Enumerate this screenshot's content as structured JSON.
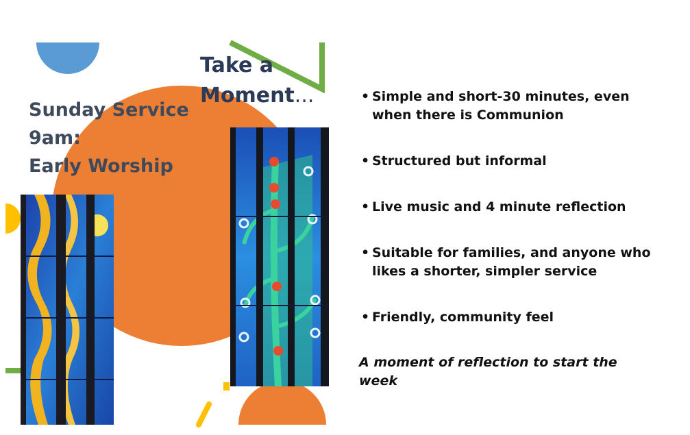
{
  "slide": {
    "left_title_lines": [
      "Sunday Service",
      "9am:",
      "Early Worship"
    ],
    "right_title_line1": "Take a",
    "right_title_line2": "Moment",
    "right_title_ellipsis": "...",
    "bullets": [
      [
        "Simple and short-30 minutes, even",
        "when there is Communion"
      ],
      [
        "Structured but informal"
      ],
      [
        "Live music and  4 minute reflection"
      ],
      [
        "Suitable for families, and anyone who",
        "likes a shorter, simpler service"
      ],
      [
        "Friendly, community feel"
      ]
    ],
    "tagline_lines": [
      "A moment of reflection  to start the",
      "week"
    ]
  },
  "colors": {
    "orange": "#ec7f33",
    "blue_circle": "#5b9bd5",
    "green": "#70ad47",
    "yellow": "#ffc000",
    "title_dark": "#2b3a57",
    "title_grey": "#3e4a5c"
  },
  "images": {
    "left_window": "stained-glass-window-golden-waves",
    "right_window": "stained-glass-window-menorah-tree"
  }
}
